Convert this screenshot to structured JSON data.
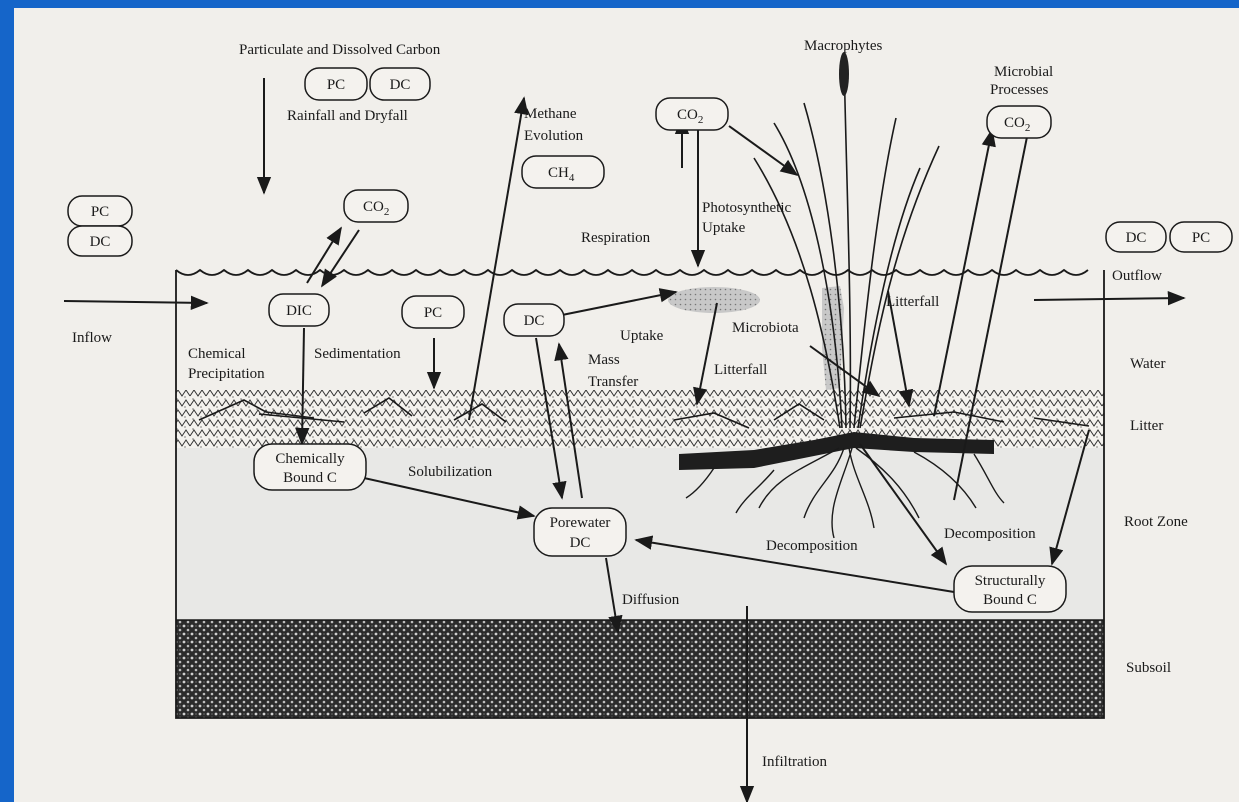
{
  "labels": {
    "source_title": "Particulate and Dissolved Carbon",
    "rain": "Rainfall and Dryfall",
    "methane1": "Methane",
    "methane2": "Evolution",
    "macrophytes": "Macrophytes",
    "microbial1": "Microbial",
    "microbial2": "Processes",
    "photo1": "Photosynthetic",
    "photo2": "Uptake",
    "respiration": "Respiration",
    "inflow": "Inflow",
    "outflow": "Outflow",
    "litterfall_top": "Litterfall",
    "litterfall_mid": "Litterfall",
    "microbiota": "Microbiota",
    "uptake": "Uptake",
    "mass1": "Mass",
    "mass2": "Transfer",
    "chem1": "Chemical",
    "chem2": "Precipitation",
    "sedimentation": "Sedimentation",
    "solubilization": "Solubilization",
    "decomp_mid": "Decomposition",
    "decomp_right": "Decomposition",
    "diffusion": "Diffusion",
    "infiltration": "Infiltration",
    "zone_water": "Water",
    "zone_litter": "Litter",
    "zone_root": "Root Zone",
    "zone_subsoil": "Subsoil"
  },
  "boxes": {
    "pc_top": "PC",
    "dc_top": "DC",
    "pc_left": "PC",
    "dc_left": "DC",
    "co2_left": "CO",
    "co2_mid": "CO",
    "co2_right": "CO",
    "co2_sub": "2",
    "ch4": "CH",
    "ch4_sub": "4",
    "dic": "DIC",
    "pc_water": "PC",
    "dc_water": "DC",
    "dc_out": "DC",
    "pc_out": "PC",
    "chem_bound1": "Chemically",
    "chem_bound2": "Bound C",
    "pore1": "Porewater",
    "pore2": "DC",
    "struct1": "Structurally",
    "struct2": "Bound C"
  }
}
